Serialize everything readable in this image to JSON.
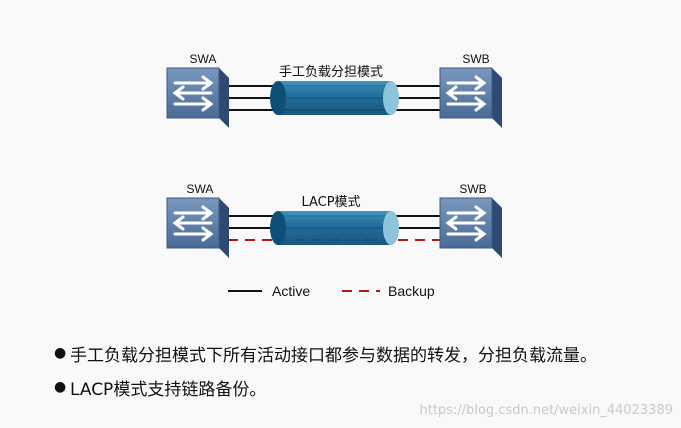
{
  "scenario_manual": {
    "left_switch": "SWA",
    "right_switch": "SWB",
    "label": "手工负载分担模式"
  },
  "scenario_lacp": {
    "left_switch": "SWA",
    "right_switch": "SWB",
    "label": "LACP模式"
  },
  "legend": {
    "active": "Active",
    "backup": "Backup"
  },
  "bullets": [
    "手工负载分担模式下所有活动接口都参与数据的转发，分担负载流量。",
    "LACP模式支持链路备份。"
  ],
  "watermark": "https://blog.csdn.net/weixin_44023389",
  "colors": {
    "switch_face": "#5b7ba3",
    "trunk": "#1a6a9a",
    "active_link": "#111111",
    "backup_link": "#b01818"
  }
}
